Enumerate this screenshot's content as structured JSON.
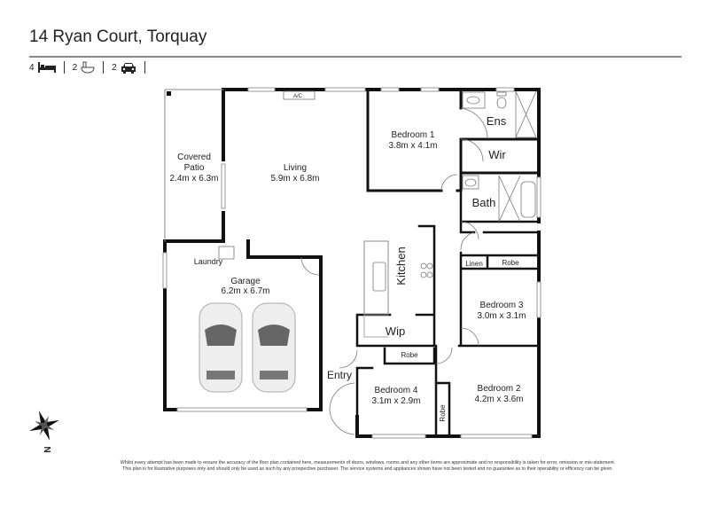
{
  "header": {
    "title": "14 Ryan Court, Torquay"
  },
  "specs": [
    {
      "count": "4",
      "icon": "bed-icon"
    },
    {
      "count": "2",
      "icon": "bath-icon"
    },
    {
      "count": "2",
      "icon": "car-icon"
    }
  ],
  "plan": {
    "ac": "A/C",
    "rooms": {
      "patio": {
        "name1": "Covered",
        "name2": "Patio",
        "dims": "2.4m x 6.3m"
      },
      "living": {
        "name": "Living",
        "dims": "5.9m x 6.8m"
      },
      "bedroom1": {
        "name": "Bedroom 1",
        "dims": "3.8m x 4.1m"
      },
      "ens": {
        "name": "Ens"
      },
      "wir": {
        "name": "Wir"
      },
      "bath": {
        "name": "Bath"
      },
      "laundry": {
        "name": "Laundry"
      },
      "garage": {
        "name": "Garage",
        "dims": "6.2m x 6.7m"
      },
      "kitchen": {
        "name": "Kitchen"
      },
      "linen": {
        "name": "Linen"
      },
      "robe3": {
        "name": "Robe"
      },
      "bedroom3": {
        "name": "Bedroom 3",
        "dims": "3.0m x 3.1m"
      },
      "wip": {
        "name": "Wip"
      },
      "robe4": {
        "name": "Robe"
      },
      "entry": {
        "name": "Entry"
      },
      "bedroom4": {
        "name": "Bedroom 4",
        "dims": "3.1m x 2.9m"
      },
      "bedroom2": {
        "name": "Bedroom 2",
        "dims": "4.2m x 3.6m"
      },
      "robe2": {
        "name": "Robe"
      }
    },
    "compass": "N"
  },
  "disclaimer": {
    "line1": "Whilst every attempt has been made to ensure the accuracy of the floor plan contained here, measurements of doors, windows, rooms and any other items are approximate and no responsibility is taken for error, omission or mis-statement.",
    "line2": "This plan is for illustrative purposes only and should only be used as such by any prospective purchaser. The service systems and appliances shown have not been tested and no guarantee as to their operability or efficency can be given."
  }
}
